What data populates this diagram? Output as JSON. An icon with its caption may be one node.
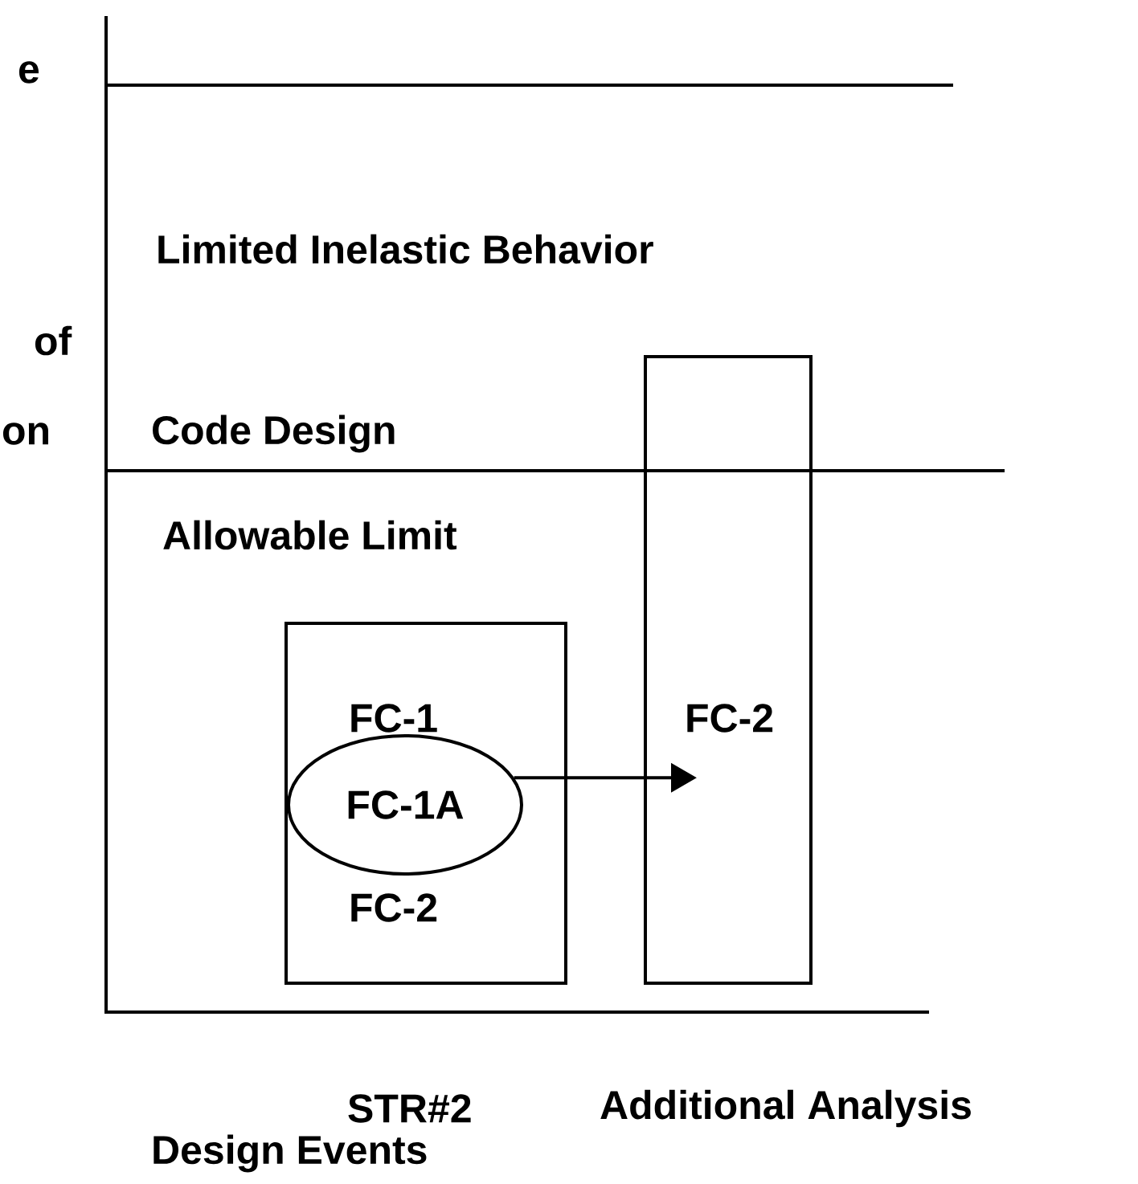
{
  "diagram": {
    "nodes": [
      {
        "text": [
          "FC-1",
          "FC-2"
        ]
      },
      {
        "text": [
          "FC-1A"
        ],
        "in": 0
      },
      {
        "text": [
          "FC-2"
        ]
      }
    ],
    "edges": [
      {
        "from": 1,
        "to": 2,
        "arrow": "to"
      }
    ],
    "labels": [
      "e",
      "Limited Inelastic Behavior",
      "of",
      "on",
      "Code Design",
      "Allowable Limit",
      "STR#2",
      "Additional Analysis",
      "Design Events"
    ]
  }
}
